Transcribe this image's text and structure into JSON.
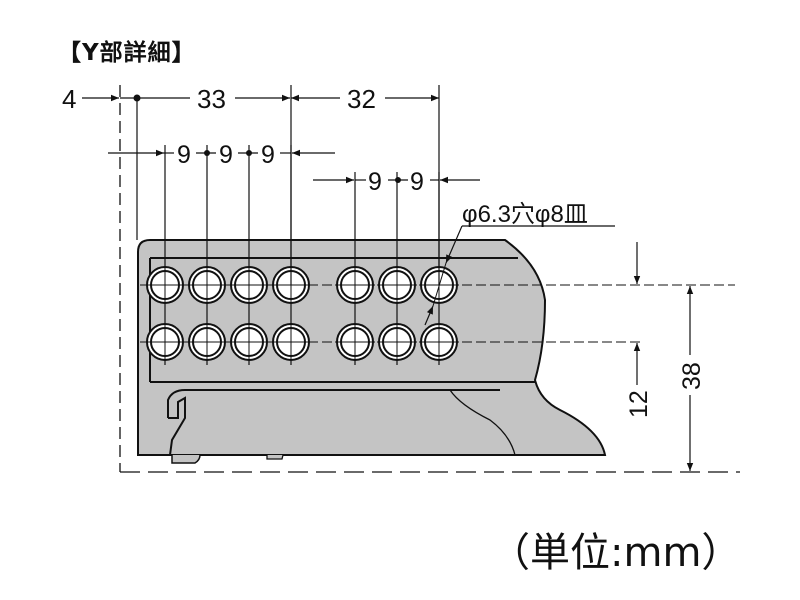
{
  "title": "【Y部詳細】",
  "unit_note": "（単位:mm）",
  "colors": {
    "body_fill": "#c4c4c4",
    "line": "#111111",
    "hole_fill": "#ffffff",
    "background": "#ffffff"
  },
  "dimensions": {
    "edge_offset": "4",
    "first_span": "33",
    "second_span": "32",
    "pitch_group1": [
      "9",
      "9",
      "9"
    ],
    "pitch_group2": [
      "9",
      "9"
    ],
    "row_spacing": "12",
    "overall_height": "38"
  },
  "callout": {
    "hole_spec": "φ6.3穴φ8皿"
  },
  "holes": {
    "rows": 2,
    "columns": 7,
    "group1_count": 4,
    "group2_count": 3
  }
}
